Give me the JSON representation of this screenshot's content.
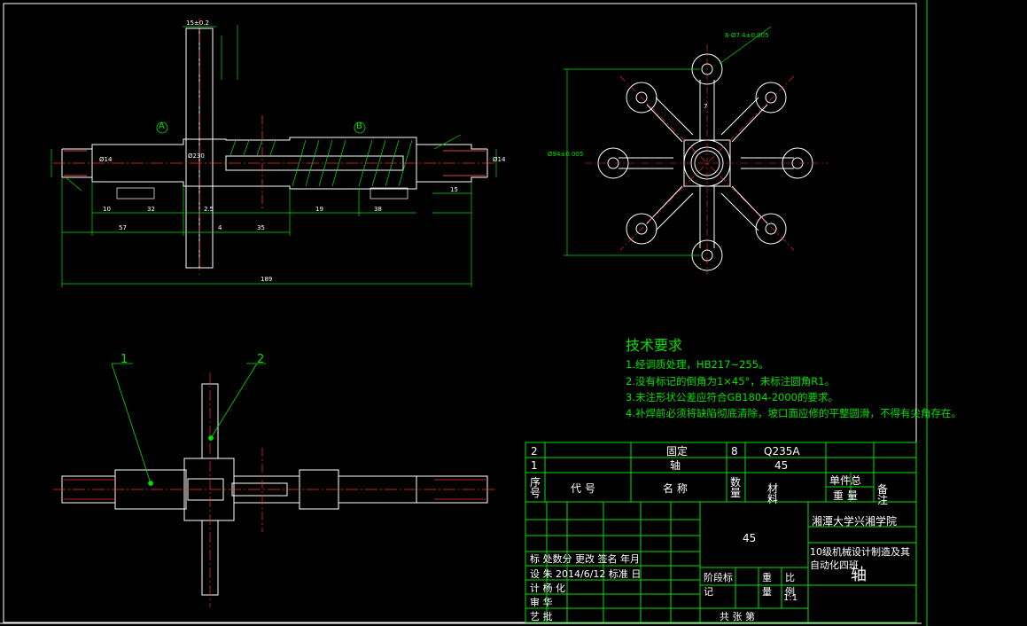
{
  "tech": {
    "title": "技术要求",
    "req1": "1.经调质处理，HB217~255。",
    "req2": "2.没有标记的倒角为1×45°，未标注圆角R1。",
    "req3": "3.未注形状公差应符合GB1804-2000的要求。",
    "req4": "4.补焊前必须将缺陷彻底清除，坡口面应修的平整圆滑，不得有尖角存在。"
  },
  "parts": {
    "row2": {
      "num": "2",
      "name": "固定",
      "qty": "8",
      "material": "Q235A"
    },
    "row1": {
      "num": "1",
      "name": "轴",
      "material": "45"
    }
  },
  "headers": {
    "seq": "序号",
    "code": "代 号",
    "name": "名 称",
    "qty": "数量",
    "material": "材料",
    "unit_total": "单件总",
    "weight": "重 量",
    "remark": "备注"
  },
  "title_block": {
    "material": "45",
    "school": "湘潭大学兴湘学院",
    "class_name": "10级机械设计制造及其自动化四班",
    "drawing_name": "轴",
    "rev_headers": "标 处数分  更改  签名 年月",
    "design_row": "设 朱  2014/6/12  标准  日",
    "check_row": "计 杨  化",
    "review_row": "审 华",
    "craft_row": "艺   批",
    "stage_label": "阶段标记",
    "weight_label": "重 量",
    "scale_label": "比例",
    "scale_value": "1:1",
    "sheet_label": "共 张 第"
  },
  "balloons": {
    "b1": "1",
    "b2": "2"
  },
  "section": {
    "a": "A",
    "b": "B"
  },
  "dims": {
    "total": "189",
    "d57": "57",
    "d35": "35",
    "d10": "10",
    "d32": "32",
    "d25": "2.5",
    "d4": "4",
    "d19": "19",
    "d38": "38",
    "d15": "15",
    "d230": "Ø230",
    "d14l": "Ø14",
    "d14r": "Ø14",
    "pcd": "Ø94±0.005",
    "hole": "8-Ø7.4±0.005",
    "top": "15±0.2",
    "key": "7"
  }
}
